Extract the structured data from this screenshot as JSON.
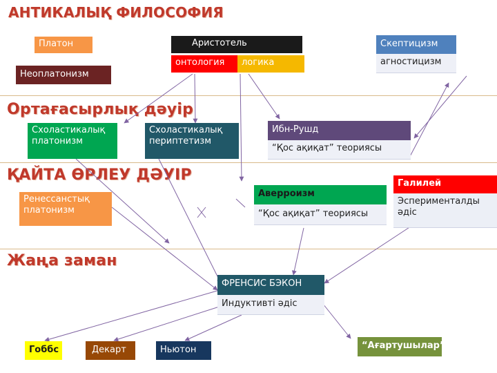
{
  "eras": {
    "antique": "АНТИКАЛЫҚ ФИЛОСОФИЯ",
    "medieval": "Ортағасырлық дәуір",
    "renaissance": "ҚАЙТА ӨРЛЕУ ДӘУІР",
    "modern": "Жаңа заман"
  },
  "nodes": {
    "plato": "Платон",
    "aristotle": "Аристотель",
    "ontology": "онтология",
    "logic": "логика",
    "skepticism": "Скептицизм",
    "agnosticism": "агностицизм",
    "neoplatonism": "Неоплатонизм",
    "scholastic_platonism": "Схоластикалық платонизм",
    "scholastic_peripatetism": "Схоластикалық периптетизм",
    "ibn_rushd": "Ибн-Рушд",
    "ibn_rushd_theory": "“Қос ақиқат” теориясы",
    "averroism": "Аверроизм",
    "averroism_theory": "“Қос ақиқат” теориясы",
    "galileo": "Галилей",
    "galileo_method": "Эспериментaлды әдіс",
    "renaissance_platonism": "Ренессанстық платонизм",
    "bacon": "ФРЕНСИС БЭКОН",
    "bacon_method": "Индуктивті әдіс",
    "hobbes": "Гоббс",
    "descartes": "Декарт",
    "newton": "Ньютон",
    "enlighteners": "“Ағартушылар”"
  },
  "colors": {
    "orange": "#f79646",
    "maroon": "#6b2323",
    "black": "#1a1a1a",
    "red": "#ff0000",
    "gold": "#f5b800",
    "blue": "#4f81bd",
    "green": "#00a651",
    "teal": "#215868",
    "purple": "#5f497a",
    "darkblue": "#17375e",
    "yellow": "#ffff00",
    "olive": "#76923c",
    "brown": "#974806",
    "arrow": "#8064a2"
  }
}
